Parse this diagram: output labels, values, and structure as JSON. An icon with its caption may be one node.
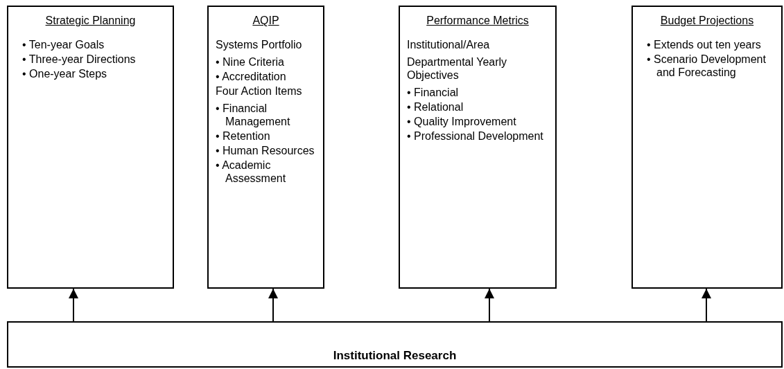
{
  "diagram": {
    "nodes": [
      {
        "text": [
          "Strategic Planning",
          "• Ten-year Goals",
          "• Three-year Directions",
          "• One-year Steps"
        ]
      },
      {
        "text": [
          "AQIP",
          "Systems Portfolio",
          "• Nine Criteria",
          "• Accreditation",
          "Four Action Items",
          "• Financial Management",
          "• Retention",
          "• Human Resources",
          "• Academic Assessment"
        ]
      },
      {
        "text": [
          "Performance Metrics",
          "Institutional/Area",
          "Departmental Yearly Objectives",
          "• Financial",
          "• Relational",
          "• Quality Improvement",
          "• Professional Development"
        ]
      },
      {
        "text": [
          "Budget Projections",
          "• Extends out ten years",
          "• Scenario Development and Forecasting"
        ]
      },
      {
        "text": [
          "Institutional Research"
        ]
      }
    ],
    "edges": [
      {
        "from": 4,
        "to": 0,
        "arrow": "to"
      },
      {
        "from": 4,
        "to": 1,
        "arrow": "to"
      },
      {
        "from": 4,
        "to": 2,
        "arrow": "to"
      },
      {
        "from": 4,
        "to": 3,
        "arrow": "to"
      }
    ]
  }
}
